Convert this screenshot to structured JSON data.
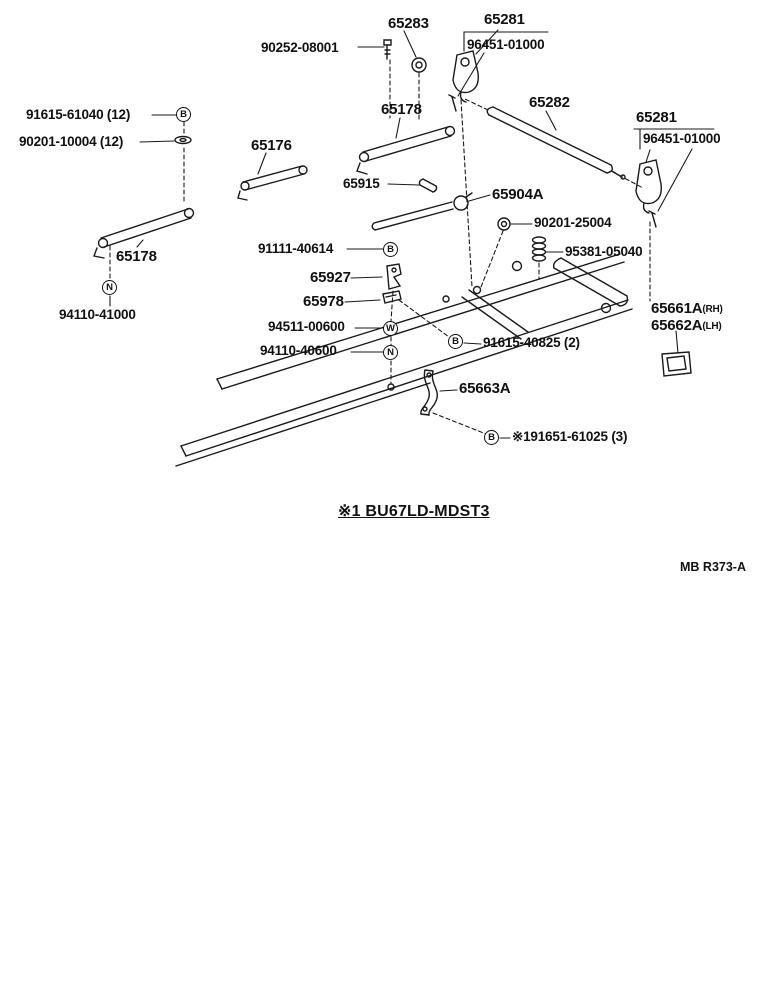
{
  "diagram": {
    "type": "exploded-parts-diagram",
    "footnote": "※1 BU67LD-MDST3",
    "reference_code": "MB R373-A",
    "colors": {
      "ink": "#1a1a1a",
      "background": "#ffffff"
    },
    "labels": [
      {
        "text": "65283"
      },
      {
        "text": "65281"
      },
      {
        "text": "90252-08001"
      },
      {
        "text": "96451-01000"
      },
      {
        "text": "91615-61040 (12)"
      },
      {
        "text": "90201-10004 (12)"
      },
      {
        "text": "65176"
      },
      {
        "text": "65178"
      },
      {
        "text": "65282"
      },
      {
        "text": "65281"
      },
      {
        "text": "96451-01000"
      },
      {
        "text": "65915"
      },
      {
        "text": "65904A"
      },
      {
        "text": "90201-25004"
      },
      {
        "text": "91111-40614"
      },
      {
        "text": "95381-05040"
      },
      {
        "text": "65927"
      },
      {
        "text": "65978"
      },
      {
        "text": "94511-00600"
      },
      {
        "text": "94110-40600"
      },
      {
        "text": "91615-40825 (2)"
      },
      {
        "text": "65661A",
        "suffix": "(RH)"
      },
      {
        "text": "65662A",
        "suffix": "(LH)"
      },
      {
        "text": "94110-41000"
      },
      {
        "text": "65178"
      },
      {
        "text": "65663A"
      },
      {
        "text": "※191651-61025 (3)"
      }
    ],
    "fastener_symbols": [
      {
        "letter": "B"
      },
      {
        "letter": "N"
      },
      {
        "letter": "B"
      },
      {
        "letter": "W"
      },
      {
        "letter": "N"
      },
      {
        "letter": "B"
      },
      {
        "letter": "B"
      }
    ]
  }
}
